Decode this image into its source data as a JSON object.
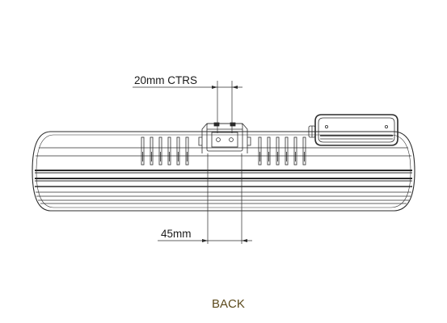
{
  "dimensions": {
    "top_label": "20mm CTRS",
    "bottom_label": "45mm"
  },
  "view_label": "BACK",
  "colors": {
    "line": "#2b2b2b",
    "label": "#1a1a1a",
    "caption": "#5c4a1c"
  }
}
